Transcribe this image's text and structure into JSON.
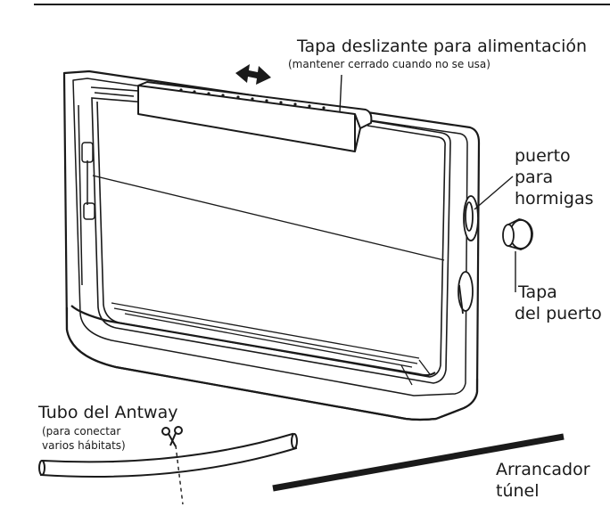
{
  "labels": {
    "feeding_lid_title": "Tapa deslizante para alimentación",
    "feeding_lid_note": "(mantener cerrado cuando no se usa)",
    "ant_port_line1": "puerto",
    "ant_port_line2": "para",
    "ant_port_line3": "hormigas",
    "port_cap_line1": "Tapa",
    "port_cap_line2": "del puerto",
    "antway_tube_title": "Tubo del Antway",
    "antway_tube_note_line1": "(para conectar",
    "antway_tube_note_line2": "varios hábitats)",
    "tunnel_starter_line1": "Arrancador",
    "tunnel_starter_line2": "túnel"
  },
  "icons": {
    "slide_direction": "double-arrow-icon",
    "cut": "scissors-icon"
  },
  "colors": {
    "line": "#1a1a1a",
    "fill": "#ffffff"
  }
}
